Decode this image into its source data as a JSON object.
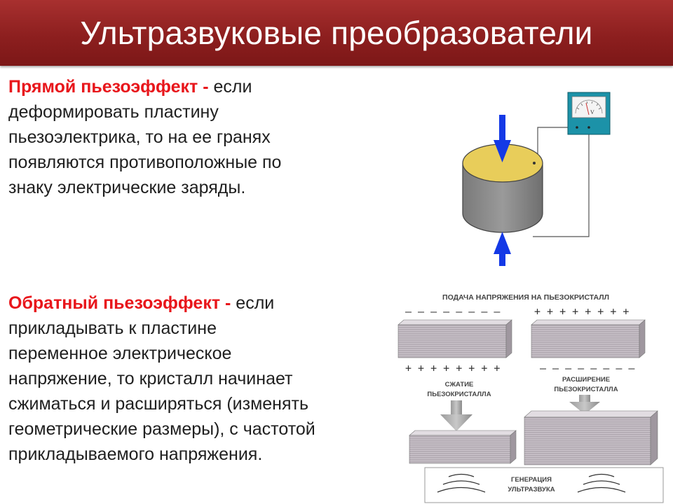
{
  "title": "Ультразвуковые преобразователи",
  "direct_effect": {
    "term": "Прямой пьезоэффект -",
    "lines": [
      " если",
      "деформировать пластину",
      "пьезоэлектрика, то на ее гранях",
      "появляются противоположные по",
      "знаку электрические заряды."
    ]
  },
  "inverse_effect": {
    "term": "Обратный пьезоэффект -",
    "lines": [
      " если",
      "прикладывать к пластине",
      "переменное электрическое",
      "напряжение, то кристалл начинает",
      "сжиматься и расширяться (изменять",
      "геометрические размеры), с частотой",
      "прикладываемого напряжения."
    ]
  },
  "diagram1": {
    "meter_unit": "V",
    "colors": {
      "disk_top": "#e8cd5a",
      "disk_side": "#8a8a8a",
      "meter_body": "#1c92a8",
      "arrow": "#1439e6"
    }
  },
  "diagram2": {
    "label_voltage": "ПОДАЧА НАПРЯЖЕНИЯ НА ПЬЕЗОКРИСТАЛЛ",
    "minus_signs": "— — — — — — — —",
    "plus_signs": "+ + + + + + + +",
    "compress_line1": "СЖАТИЕ",
    "compress_line2": "ПЬЕЗОКРИСТАЛЛА",
    "expand_line1": "РАСШИРЕНИЕ",
    "expand_line2": "ПЬЕЗОКРИСТАЛЛА",
    "generation_line1": "ГЕНЕРАЦИЯ",
    "generation_line2": "УЛЬТРАЗВУКА"
  }
}
